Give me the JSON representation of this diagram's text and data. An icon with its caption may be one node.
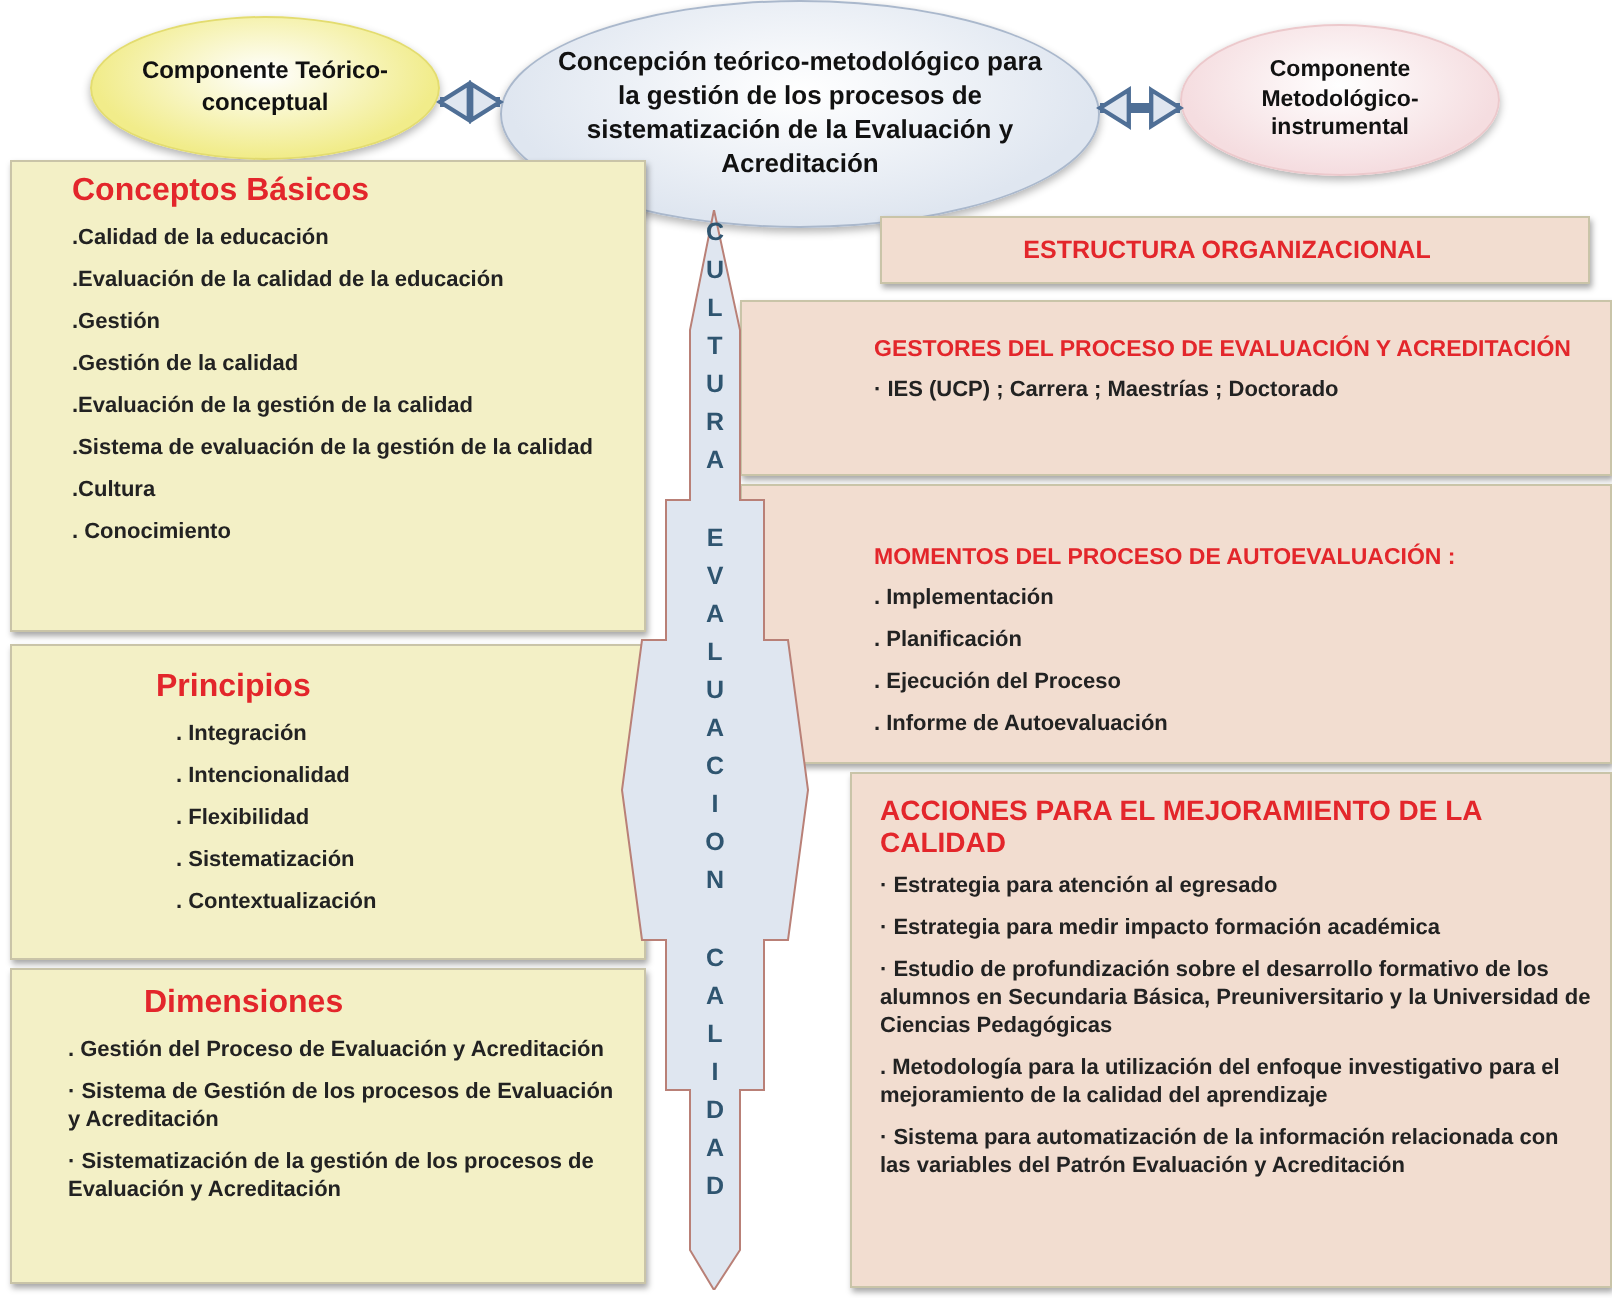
{
  "diagram": {
    "nodes": [
      {
        "text": [
          "Componente Teórico-conceptual"
        ]
      },
      {
        "text": [
          "Concepción teórico-metodológico para la gestión de los procesos de sistematización de la Evaluación y Acreditación"
        ]
      },
      {
        "text": [
          "Componente Metodológico-instrumental"
        ]
      },
      {
        "text": [
          "Conceptos Básicos",
          ".Calidad de la educación",
          ".Evaluación de la calidad de la educación",
          ".Gestión",
          ".Gestión de la calidad",
          ".Evaluación de la gestión de la calidad",
          ".Sistema de evaluación de la gestión de la calidad",
          ".Cultura",
          ". Conocimiento"
        ]
      },
      {
        "text": [
          "Principios",
          ". Integración",
          ". Intencionalidad",
          ". Flexibilidad",
          ". Sistematización",
          ". Contextualización"
        ]
      },
      {
        "text": [
          "Dimensiones",
          ". Gestión del Proceso de Evaluación y Acreditación",
          "· Sistema de Gestión de los procesos de Evaluación y Acreditación",
          "· Sistematización de la gestión de los procesos de Evaluación y Acreditación"
        ]
      },
      {
        "text": [
          "CULTURA",
          "EVALUACION",
          "CALIDAD"
        ]
      },
      {
        "text": [
          "ESTRUCTURA ORGANIZACIONAL"
        ]
      },
      {
        "text": [
          "GESTORES DEL PROCESO DE EVALUACIÓN Y ACREDITACIÓN",
          "· IES (UCP) ; Carrera ; Maestrías ; Doctorado"
        ]
      },
      {
        "text": [
          "MOMENTOS DEL PROCESO DE AUTOEVALUACIÓN :",
          ". Implementación",
          ". Planificación",
          ". Ejecución del Proceso",
          ". Informe de Autoevaluación"
        ]
      },
      {
        "text": [
          "ACCIONES PARA EL MEJORAMIENTO DE LA CALIDAD",
          "· Estrategia para atención al egresado",
          "· Estrategia para medir impacto formación académica",
          "· Estudio de profundización sobre el desarrollo formativo de los alumnos en Secundaria Básica, Preuniversitario y la Universidad de Ciencias Pedagógicas",
          ". Metodología para la utilización del enfoque investigativo para el mejoramiento de la calidad del aprendizaje",
          "· Sistema para automatización de la información relacionada con las variables del Patrón Evaluación y Acreditación"
        ]
      }
    ],
    "edges": [
      {
        "from": 0,
        "to": 1,
        "arrow": "both"
      },
      {
        "from": 1,
        "to": 2,
        "arrow": "both"
      }
    ]
  }
}
